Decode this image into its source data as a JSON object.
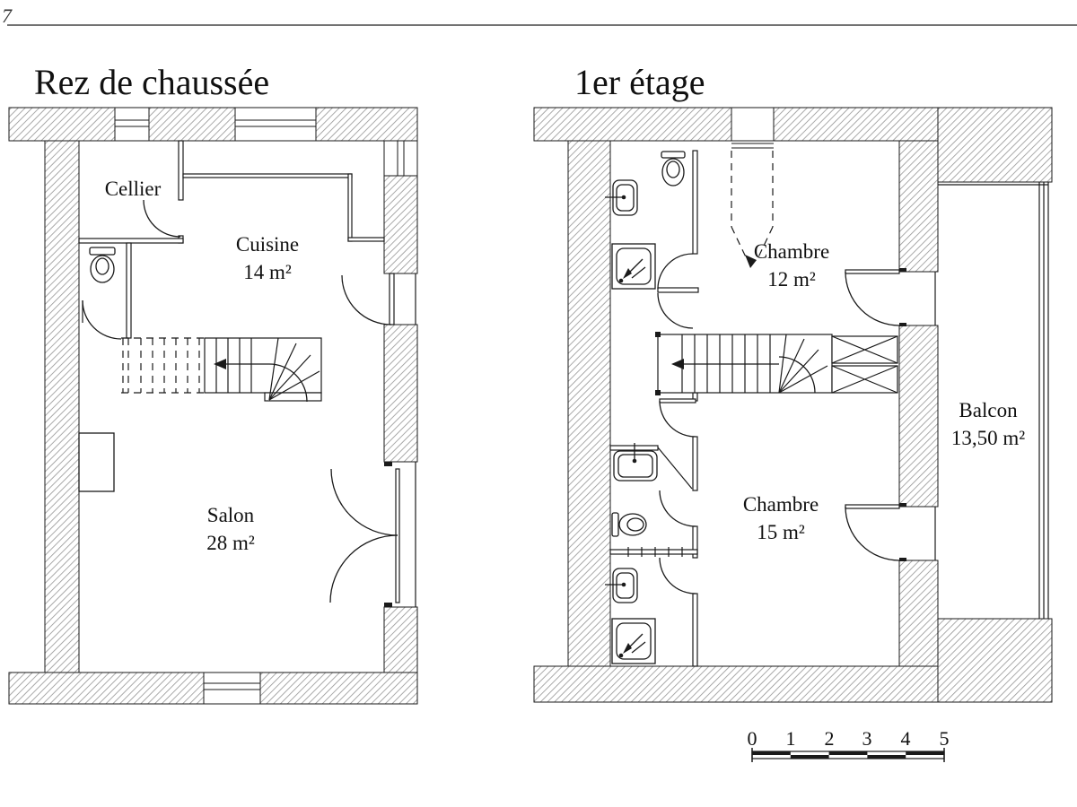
{
  "page": {
    "corner_mark": "7"
  },
  "plans": {
    "ground": {
      "title": "Rez de chaussée",
      "rooms": {
        "cellier": {
          "name": "Cellier"
        },
        "cuisine": {
          "name": "Cuisine",
          "area": "14 m²"
        },
        "salon": {
          "name": "Salon",
          "area": "28 m²"
        }
      }
    },
    "first": {
      "title": "1er étage",
      "rooms": {
        "chambre1": {
          "name": "Chambre",
          "area": "12 m²"
        },
        "chambre2": {
          "name": "Chambre",
          "area": "15 m²"
        },
        "balcon": {
          "name": "Balcon",
          "area": "13,50 m²"
        }
      }
    }
  },
  "scale_bar": {
    "labels": [
      "0",
      "1",
      "2",
      "3",
      "4",
      "5"
    ]
  },
  "colors": {
    "line": "#1a1a1a",
    "hatch": "#959595",
    "background": "#ffffff"
  }
}
